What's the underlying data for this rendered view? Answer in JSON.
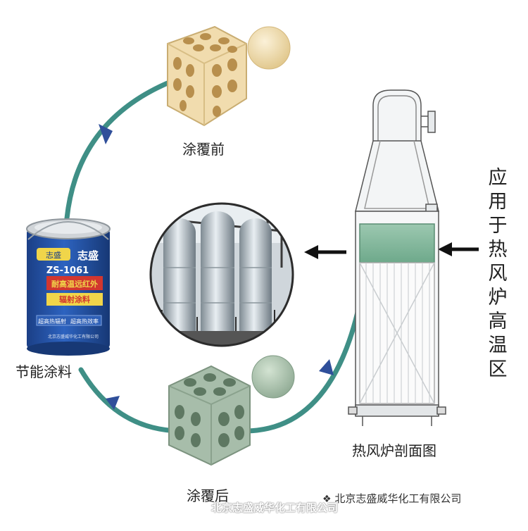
{
  "labels": {
    "before": "涂覆前",
    "after": "涂覆后",
    "coating": "节能涂料",
    "furnace": "热风炉剖面图",
    "application": "应用于热风炉高温区"
  },
  "can": {
    "brand": "志盛",
    "badge": "志盛",
    "model": "ZS-1061",
    "line1": "耐高温远红外",
    "line2": "辐射涂料",
    "feat1": "超高热辐射",
    "feat2": "超高热效率",
    "maker": "北京志盛威华化工有限公司"
  },
  "footer": {
    "company_right": "北京志盛威华化工有限公司",
    "company_bottom": "北京志盛威华化工有限公司"
  },
  "colors": {
    "cycle_arrow": "#3f8f86",
    "arrowhead": "#2f4f9a",
    "brick_before": "#f1dcae",
    "brick_after": "#9fb7a2",
    "can_blue": "#1f4fa8"
  }
}
